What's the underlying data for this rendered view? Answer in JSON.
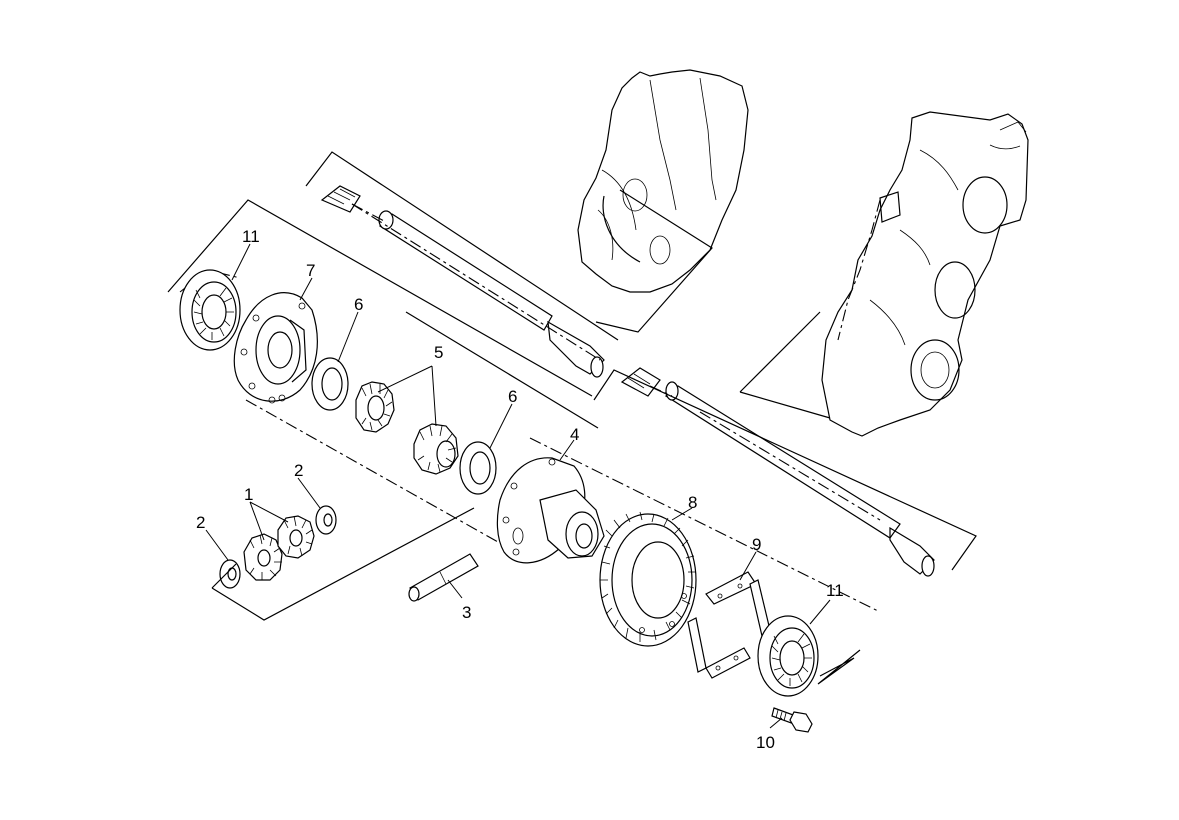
{
  "callouts": {
    "c1": "1",
    "c2a": "2",
    "c2b": "2",
    "c3": "3",
    "c4": "4",
    "c5": "5",
    "c6a": "6",
    "c6b": "6",
    "c7": "7",
    "c8": "8",
    "c9": "9",
    "c10": "10",
    "c11a": "11",
    "c11b": "11"
  }
}
